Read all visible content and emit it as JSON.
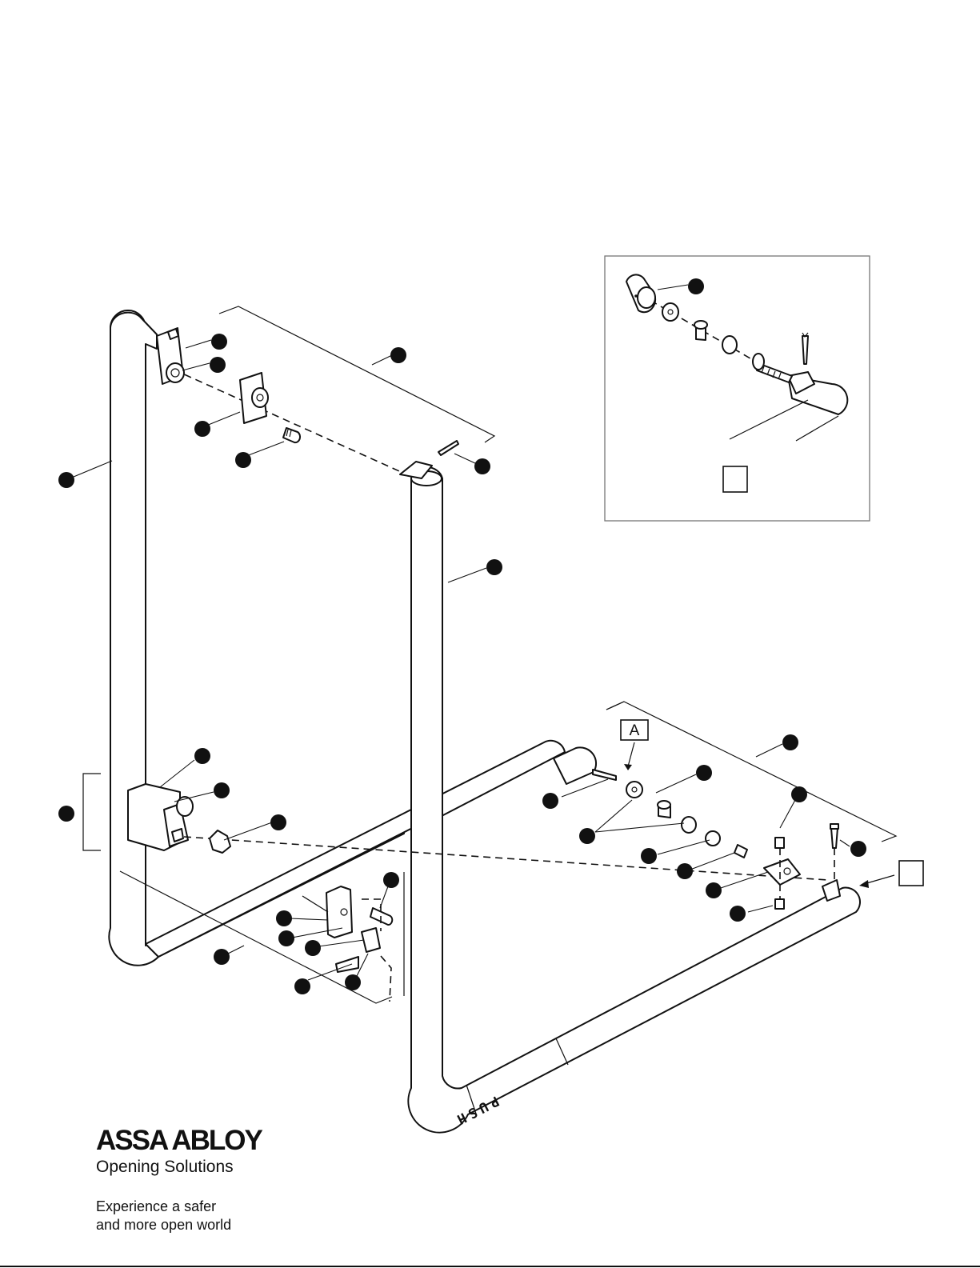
{
  "diagram": {
    "view_label_a": "A",
    "push_text": "PUSH",
    "detail_view_label": "",
    "side_view_label": ""
  },
  "brand": {
    "name": "ASSA ABLOY",
    "subtitle": "Opening Solutions",
    "tagline_line1": "Experience a safer",
    "tagline_line2": "and more open world"
  }
}
